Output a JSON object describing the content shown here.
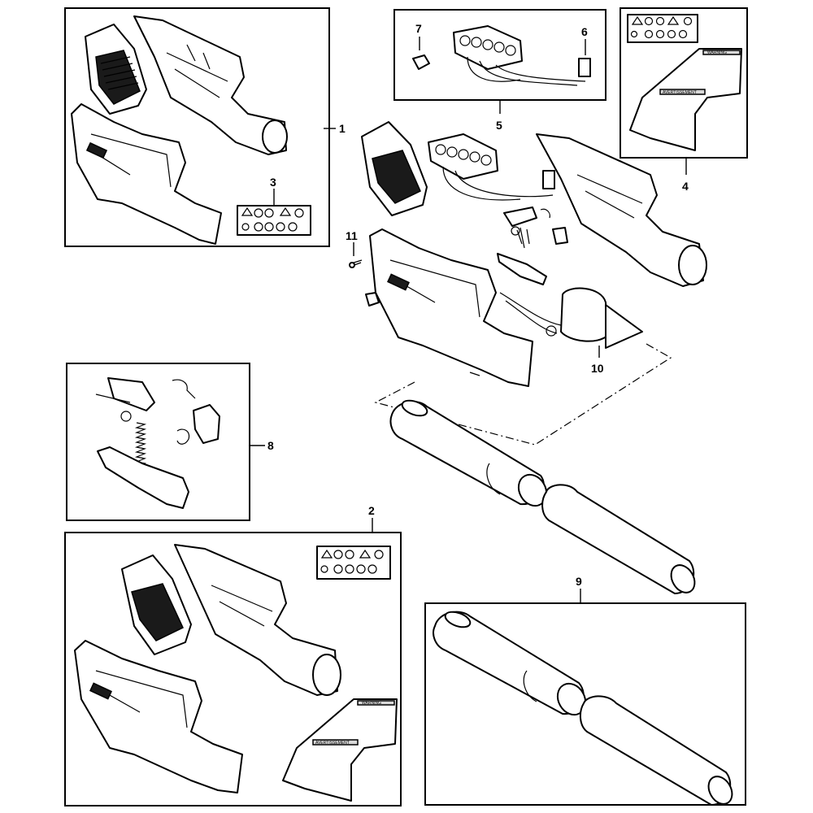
{
  "callouts": {
    "c1": "1",
    "c2": "2",
    "c3": "3",
    "c4": "4",
    "c5": "5",
    "c6": "6",
    "c7": "7",
    "c8": "8",
    "c9": "9",
    "c10": "10",
    "c11": "11"
  },
  "labels": {
    "warning": "WARNING",
    "avertissement": "AVERTISSEMENT"
  },
  "colors": {
    "line": "#000000",
    "background": "#ffffff",
    "grille": "#1a1a1a"
  }
}
